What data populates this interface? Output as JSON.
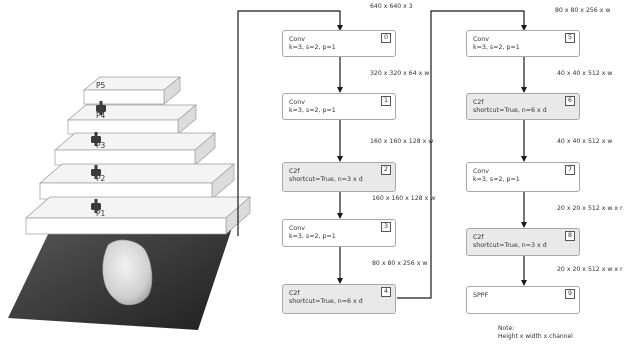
{
  "pyramid": {
    "levels": [
      "P5",
      "P4",
      "P3",
      "P2",
      "P1"
    ]
  },
  "nodes": [
    {
      "name": "Conv",
      "params": "k=3, s=2, p=1",
      "index": "0"
    },
    {
      "name": "Conv",
      "params": "k=3, s=2, p=1",
      "index": "1"
    },
    {
      "name": "C2f",
      "params": "shortcut=True, n=3 x d",
      "index": "2"
    },
    {
      "name": "Conv",
      "params": "k=3, s=2, p=1",
      "index": "3"
    },
    {
      "name": "C2f",
      "params": "shortcut=True, n=6 x d",
      "index": "4"
    },
    {
      "name": "Conv",
      "params": "k=3, s=2, p=1",
      "index": "5"
    },
    {
      "name": "C2f",
      "params": "shortcut=True, n=6 x d",
      "index": "6"
    },
    {
      "name": "Conv",
      "params": "k=3, s=2, p=1",
      "index": "7"
    },
    {
      "name": "C2f",
      "params": "shortcut=True, n=3 x d",
      "index": "8"
    },
    {
      "name": "SPPF",
      "params": "",
      "index": "9"
    }
  ],
  "shapes": [
    "640 x 640 x 3",
    "320 x 320 x 64 x w",
    "160 x 160 x 128 x w",
    "160 x 160 x 128 x w",
    "80 x 80 x 256 x w",
    "80 x 80 x 256 x w",
    "40 x 40 x 512 x w",
    "40 x 40 x 512 x w",
    "20 x 20 x 512 x w x r",
    "20 x 20 x 512 x w x r"
  ],
  "note": {
    "title": "Note:",
    "text": "Height x width x channel"
  },
  "colors": {
    "line": "#1a1a1a",
    "box_border": "#a8a8a8",
    "shaded_fill": "#e9e9e9",
    "slab_top": "#f4f4f4",
    "slab_side": "#dcdcdc",
    "ground": "#3a3a3a",
    "connector": "#3b3b3b"
  }
}
